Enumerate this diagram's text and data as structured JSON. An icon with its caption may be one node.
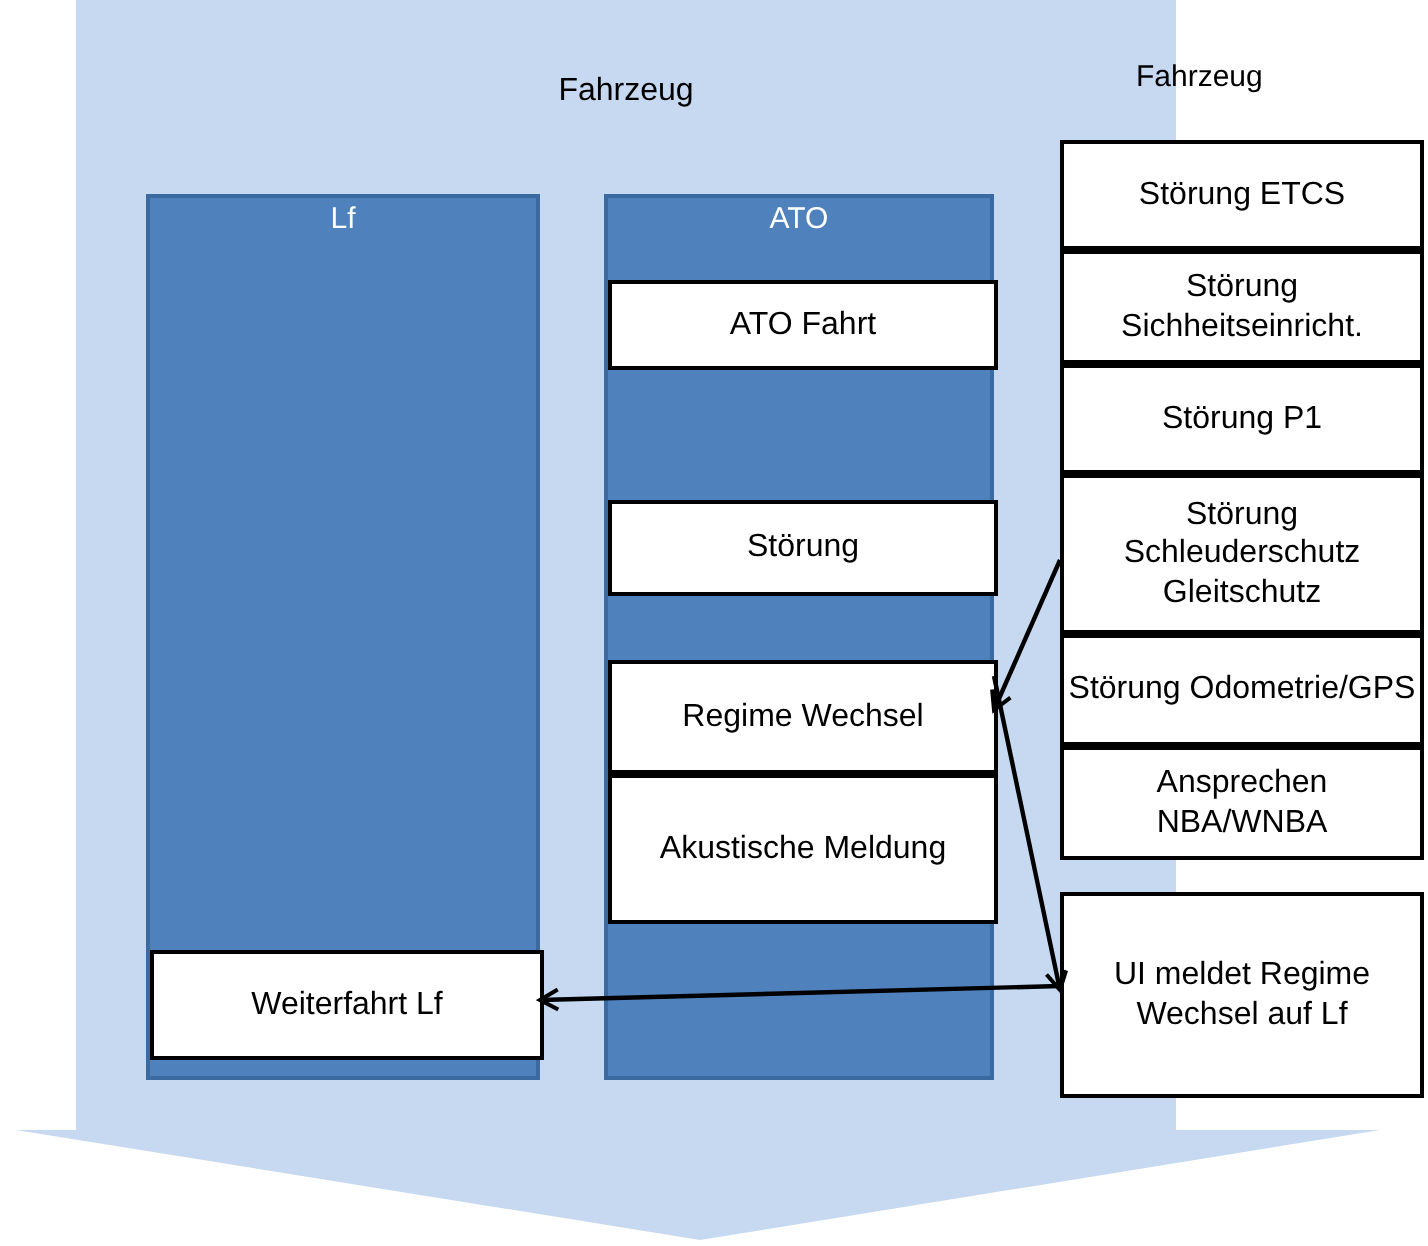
{
  "diagram": {
    "nodes": [
      {
        "text": [
          "Fahrzeug"
        ]
      },
      {
        "text": [
          "Lf"
        ],
        "in": 0
      },
      {
        "text": [
          "Weiterfahrt Lf"
        ],
        "in": 1
      },
      {
        "text": [
          "ATO"
        ],
        "in": 0
      },
      {
        "text": [
          "ATO Fahrt"
        ],
        "in": 3
      },
      {
        "text": [
          "Störung"
        ],
        "in": 3
      },
      {
        "text": [
          "Regime Wechsel"
        ],
        "in": 3
      },
      {
        "text": [
          "Akustische Meldung"
        ],
        "in": 3
      },
      {
        "text": [
          "Störung ETCS"
        ]
      },
      {
        "text": [
          "Störung Sichheitseinricht."
        ]
      },
      {
        "text": [
          "Störung P1"
        ]
      },
      {
        "text": [
          "Störung Schleuderschutz Gleitschutz"
        ]
      },
      {
        "text": [
          "Störung Odometrie/GPS"
        ]
      },
      {
        "text": [
          "Ansprechen NBA/WNBA"
        ]
      },
      {
        "text": [
          "UI meldet Regime Wechsel auf Lf"
        ]
      }
    ],
    "edges": [
      {
        "from": 11,
        "to": 6,
        "arrow": "to"
      },
      {
        "from": 6,
        "to": 14,
        "arrow": "to"
      },
      {
        "from": 14,
        "to": 2,
        "arrow": "to"
      }
    ],
    "labels": [
      "Fahrzeug"
    ]
  }
}
